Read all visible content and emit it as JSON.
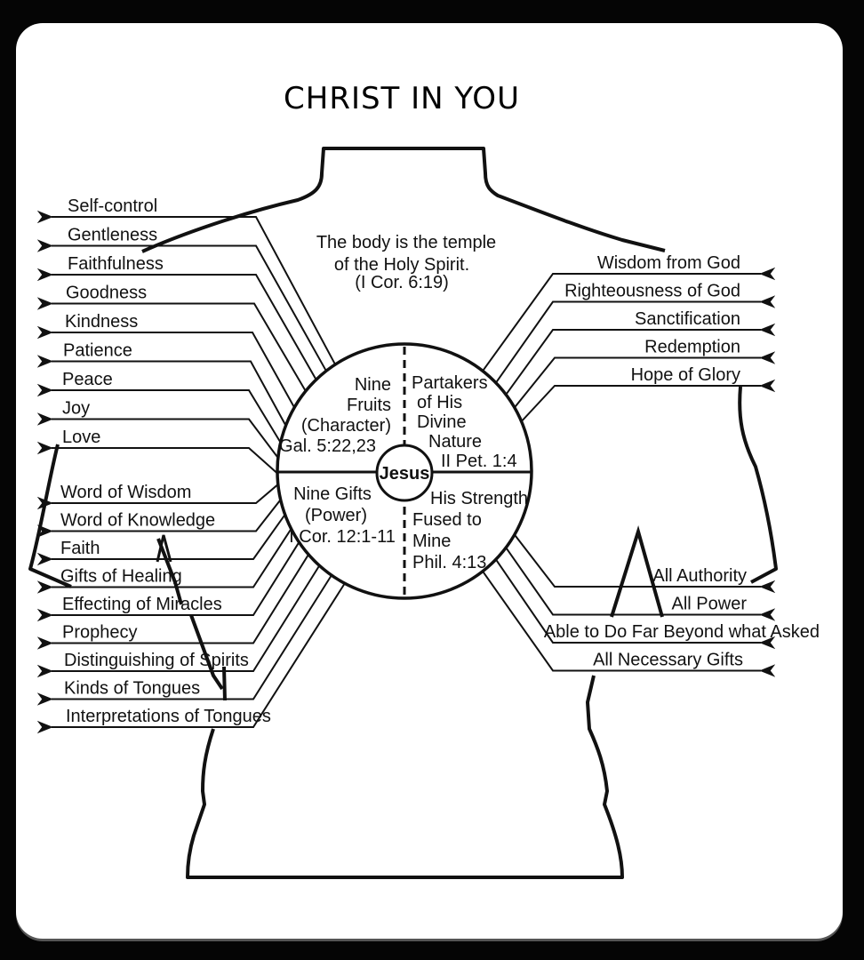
{
  "title": "Christ in You",
  "header": {
    "line1": "The body is the temple",
    "line2": "of the Holy Spirit.",
    "reference": "(I Cor. 6:19)"
  },
  "center": "Jesus",
  "quadrants": {
    "top_left": [
      "Nine",
      "Fruits",
      "(Character)",
      "Gal. 5:22,23"
    ],
    "top_right": [
      "Partakers",
      "of His",
      "Divine",
      "Nature",
      "II Pet. 1:4"
    ],
    "bottom_left": [
      "Nine Gifts",
      "(Power)",
      "I Cor. 12:1-11"
    ],
    "bottom_right": [
      "His Strength",
      "Fused to",
      "Mine",
      "Phil. 4:13"
    ]
  },
  "fruits": [
    "Self-control",
    "Gentleness",
    "Faithfulness",
    "Goodness",
    "Kindness",
    "Patience",
    "Peace",
    "Joy",
    "Love"
  ],
  "gifts": [
    "Word of Wisdom",
    "Word of Knowledge",
    "Faith",
    "Gifts of Healing",
    "Effecting of Miracles",
    "Prophecy",
    "Distinguishing of Spirits",
    "Kinds of Tongues",
    "Interpretations of Tongues"
  ],
  "divine_nature": [
    "Wisdom from God",
    "Righteousness of God",
    "Sanctification",
    "Redemption",
    "Hope of Glory"
  ],
  "strength": [
    "All Authority",
    "All Power",
    "Able to Do Far Beyond what Asked",
    "All Necessary Gifts"
  ]
}
